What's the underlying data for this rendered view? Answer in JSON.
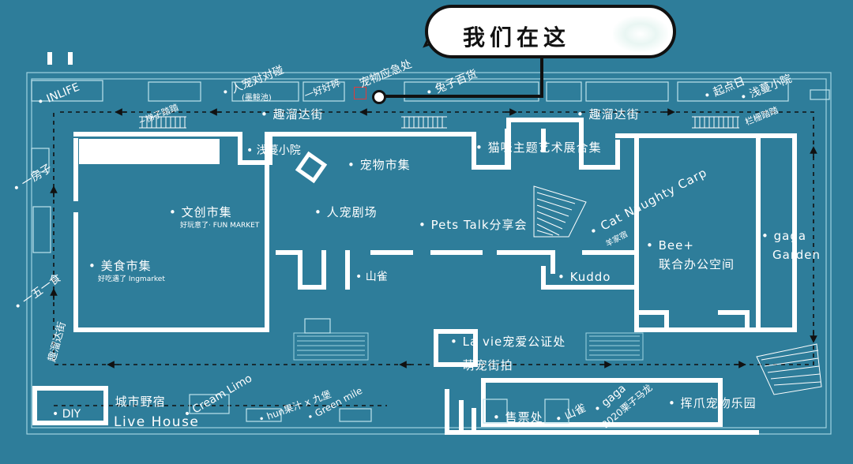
{
  "callout": {
    "title": "我们在这"
  },
  "labels": {
    "inlife": "INLIFE",
    "renchong_top": "人宠对对碰",
    "renchong_sub": "(墨鲸池)",
    "haohaoke": "一好好碎",
    "chongwu_yingji": "宠物应急处",
    "tuzi_baihuo": "兔子百货",
    "qidian_ri": "起点日",
    "qianman_xiaoyuan_top": "浅蔓小院",
    "qudou_top_left": "趣溜达街",
    "qudou_top_right": "趣溜达街",
    "qudou_left": "趣溜达街",
    "jiaozi_ladder": "~梯子踏踏",
    "lanxiang_jiejie": "栏栅踏踏",
    "yi_fangzi": "一房子",
    "yi_wu_yi_shi": "一五一食",
    "qianman_xiaoyuan_inner": "浅蔓小院",
    "chongwu_shiji": "宠物市集",
    "maomi_zhanlan": "猫咪主题艺术展合集",
    "wenchuang_shiji": "文创市集",
    "wenchuang_sub": "好玩意了· FUN MARKET",
    "renchong_juchang": "人宠剧场",
    "pets_talk": "Pets Talk分享会",
    "cat_naughty": "Cat Naughty Carp",
    "cat_naughty_sub": "羊家宿",
    "meishi_shiji": "美食市集",
    "meishi_sub": "好吃遇了 Ingmarket",
    "bee_title": "Bee+",
    "bee_sub": "联合办公空间",
    "gaga_title": "gaga",
    "gaga_sub": "Garden",
    "shanque_inner": "山雀",
    "kuddo": "Kuddo",
    "lavie": "La vie宠爱公证处",
    "mengchong": "萌宠街拍",
    "diy": "DIY",
    "chengshi_yesu": "城市野宿",
    "live_house": "Live House",
    "cream_limo": "Cream Limo",
    "hun_jiu": "hun果汁 x 九堡",
    "green_mile": "Green mile",
    "shoupiao": "售票处",
    "shanque_bottom": "山雀",
    "gaga_2020": "gaga",
    "gaga_2020_sub": "2020栗子马龙",
    "huizhao": "挥爪宠物乐园"
  },
  "colors": {
    "background": "#2e7d9a",
    "walls": "#ffffff",
    "path": "#111111",
    "marker_ring": "#111111",
    "accent_red": "#e23a3a"
  }
}
